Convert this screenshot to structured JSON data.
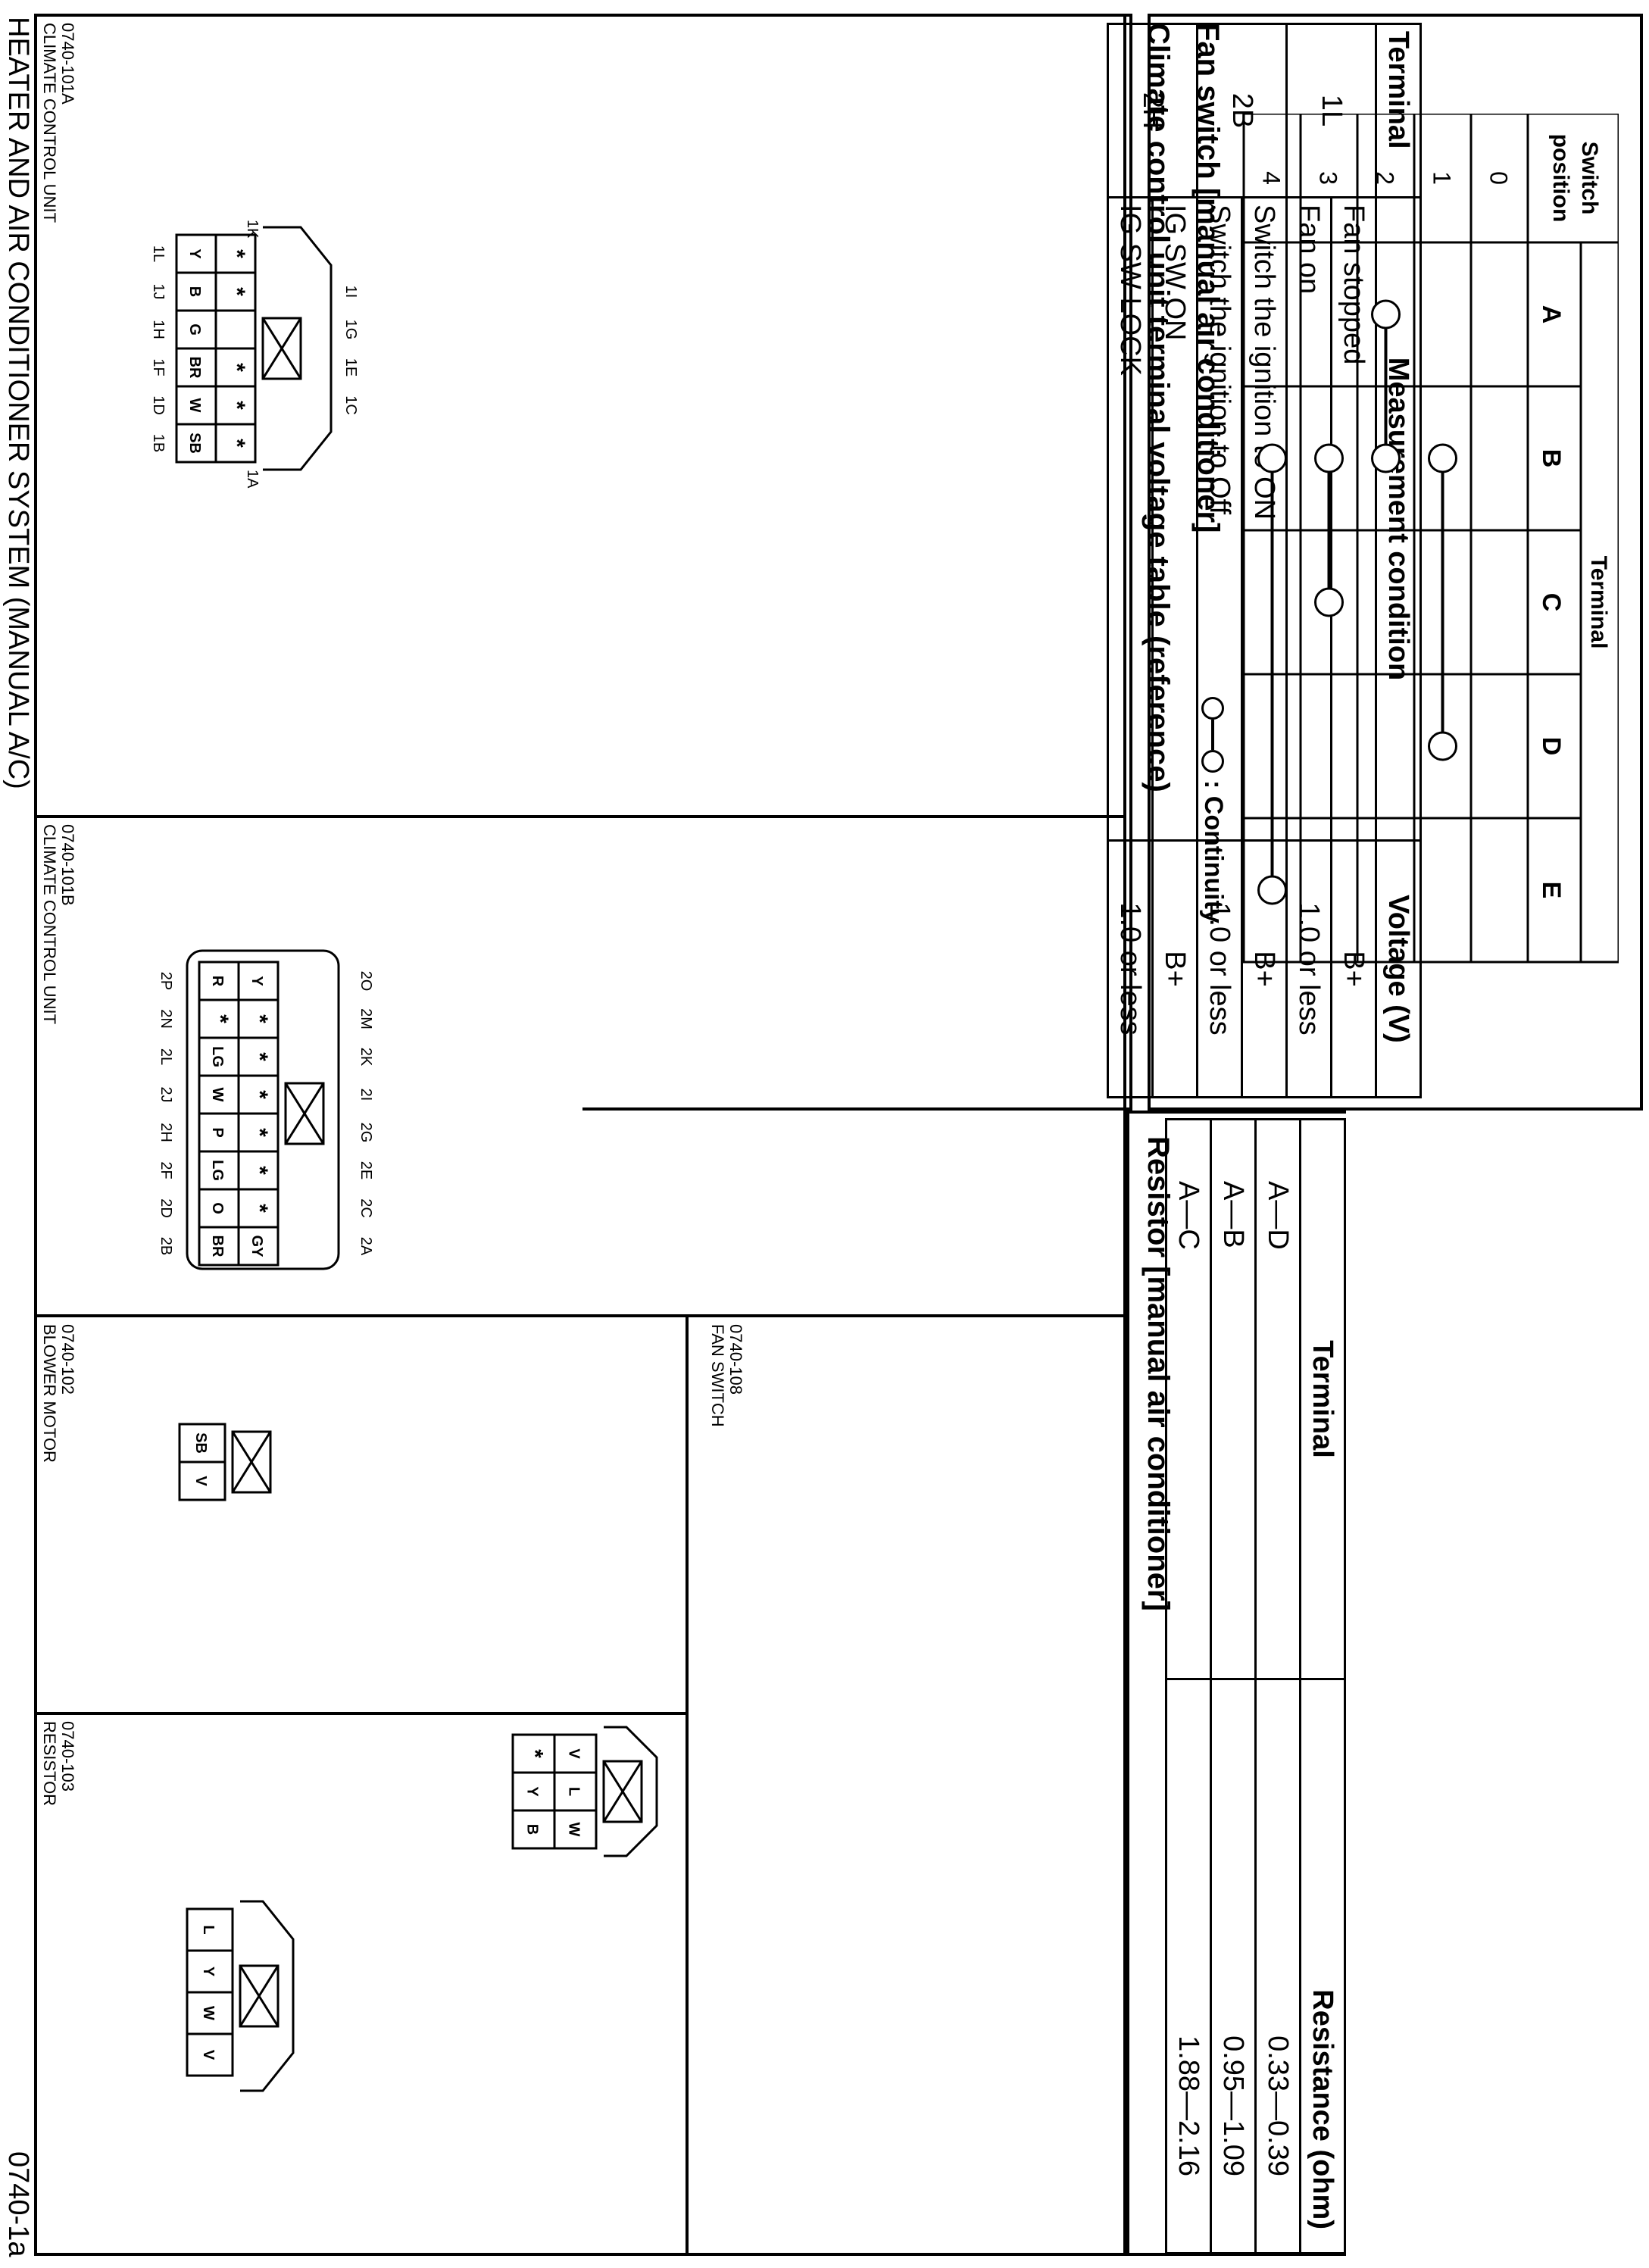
{
  "header": {
    "title": "HEATER AND AIR CONDITIONER SYSTEM (MANUAL A/C)",
    "page_code": "0740-1a"
  },
  "connectors": [
    {
      "code": "0740-101A",
      "name": "CLIMATE CONTROL UNIT",
      "terminals_top": [
        "1I",
        "1G",
        "1E",
        "1C"
      ],
      "terminals_bottom": [
        "1L",
        "1J",
        "1H",
        "1F",
        "1D",
        "1B"
      ],
      "corner_top": "1K",
      "corner_bottom": "1A",
      "row1": [
        "*",
        "*",
        "",
        "*",
        "*",
        "*"
      ],
      "row2": [
        "Y",
        "B",
        "G",
        "BR",
        "W",
        "SB"
      ]
    },
    {
      "code": "0740-101B",
      "name": "CLIMATE CONTROL UNIT",
      "terminals_top": [
        "2O",
        "2M",
        "2K",
        "2I",
        "2G",
        "2E",
        "2C",
        "2A"
      ],
      "terminals_bottom": [
        "2P",
        "2N",
        "2L",
        "2J",
        "2H",
        "2F",
        "2D",
        "2B"
      ],
      "row1": [
        "Y",
        "*",
        "*",
        "*",
        "*",
        "*",
        "*",
        "GY"
      ],
      "row2": [
        "R",
        "*",
        "LG",
        "W",
        "P",
        "LG",
        "O",
        "BR"
      ]
    },
    {
      "code": "0740-102",
      "name": "BLOWER MOTOR",
      "row1": [
        "SB",
        "V"
      ]
    },
    {
      "code": "0740-103",
      "name": "RESISTOR",
      "row1": [
        "L",
        "Y",
        "W",
        "V"
      ]
    },
    {
      "code": "0740-108",
      "name": "FAN SWITCH",
      "row1": [
        "V",
        "L",
        "W"
      ],
      "row2": [
        "*",
        "Y",
        "B"
      ]
    }
  ],
  "voltage_table": {
    "title": "Climate control unit terminal voltage table (reference)",
    "headers": [
      "Terminal",
      "Measurement condition",
      "Voltage (V)"
    ],
    "rows": [
      [
        "1L",
        "Fan stopped",
        "B+"
      ],
      [
        "",
        "Fan on",
        "1.0 or less"
      ],
      [
        "2B",
        "Switch the ignition to ON",
        "B+"
      ],
      [
        "",
        "Switch the ignition to Off",
        "1.0 or less"
      ],
      [
        "2H",
        "IG SW ON",
        "B+"
      ],
      [
        "",
        "IG SW LOCK",
        "1.0 or less"
      ]
    ]
  },
  "resistor_table": {
    "title": "Resistor [manual air conditioner]",
    "headers": [
      "Terminal",
      "Resistance (ohm)"
    ],
    "rows": [
      [
        "A—D",
        "0.33—0.39"
      ],
      [
        "A—B",
        "0.95—1.09"
      ],
      [
        "A—C",
        "1.88—2.16"
      ]
    ]
  },
  "fan_switch_table": {
    "title": "Fan switch [manual air conditioner]",
    "legend": ": Continuity",
    "header_position": "Switch position",
    "header_terminal": "Terminal",
    "terminals": [
      "A",
      "B",
      "C",
      "D",
      "E"
    ],
    "positions": [
      "0",
      "1",
      "2",
      "3",
      "4"
    ],
    "continuity": [
      [],
      [
        "B",
        "D"
      ],
      [
        "A",
        "B"
      ],
      [
        "B",
        "C"
      ],
      [
        "B",
        "E"
      ]
    ]
  }
}
